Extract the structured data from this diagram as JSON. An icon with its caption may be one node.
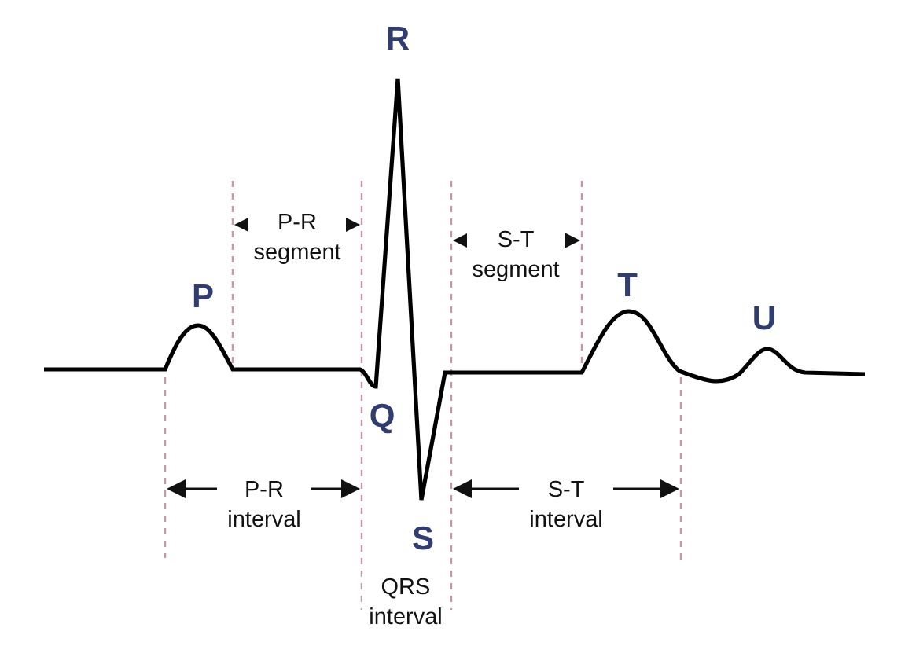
{
  "diagram": {
    "labels": [
      "R",
      "P-R segment",
      "S-T segment",
      "P",
      "T",
      "U",
      "Q",
      "P-R interval",
      "S-T interval",
      "S",
      "QRS interval"
    ]
  }
}
